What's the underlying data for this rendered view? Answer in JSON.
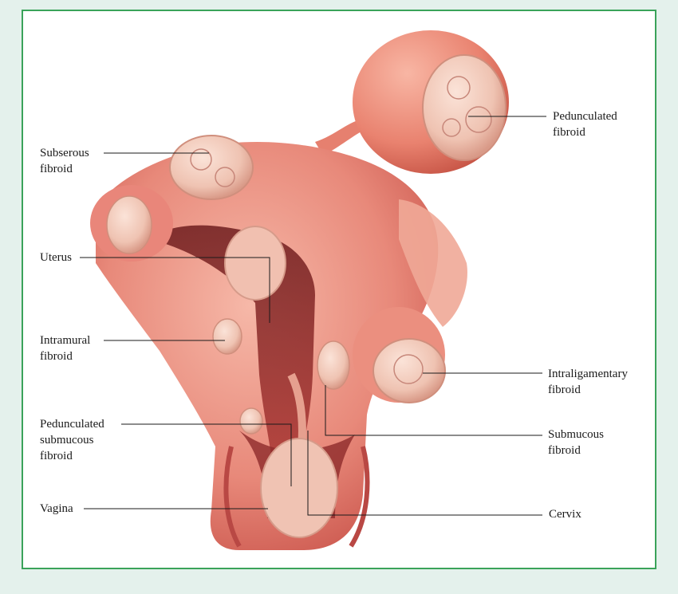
{
  "colors": {
    "frame_border": "#3aa35a",
    "page_background": "#e4f1ec",
    "tissue_light": "#f2a99a",
    "tissue_mid": "#e57f6f",
    "tissue_dark": "#c9534a",
    "fibroid_pale": "#f3d3c4"
  },
  "labels": {
    "pedunculated_fibroid": [
      "Pedunculated",
      "fibroid"
    ],
    "subserous_fibroid": [
      "Subserous",
      "fibroid"
    ],
    "uterus": [
      "Uterus"
    ],
    "intramural_fibroid": [
      "Intramural",
      "fibroid"
    ],
    "intraligamentary_fibroid": [
      "Intraligamentary",
      "fibroid"
    ],
    "pedunculated_submucous_fibroid": [
      "Pedunculated",
      "submucous",
      "fibroid"
    ],
    "submucous_fibroid": [
      "Submucous",
      "fibroid"
    ],
    "vagina": [
      "Vagina"
    ],
    "cervix": [
      "Cervix"
    ]
  }
}
